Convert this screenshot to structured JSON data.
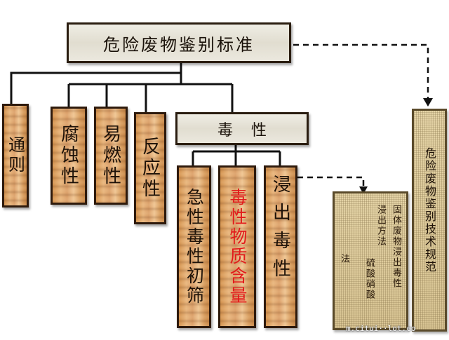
{
  "title": "危险废物鉴别标准",
  "categories": {
    "general": "通则",
    "corrosive": "腐蚀性",
    "flammable": "易燃性",
    "reactive": "反应性",
    "toxicity": "毒性",
    "tech_spec": "危险废物鉴别技术规范"
  },
  "toxicity_children": {
    "acute": "急性毒性初筛",
    "content": "毒性物质含量",
    "leaching": "浸出毒性"
  },
  "leaching_method_columns": [
    "固体废物浸出毒性",
    "浸出方法",
    "硫酸硝酸",
    "法"
  ],
  "colors": {
    "line": "#111111",
    "highlight_text": "#e21b1b"
  },
  "watermark": "m.citui··lot.co"
}
